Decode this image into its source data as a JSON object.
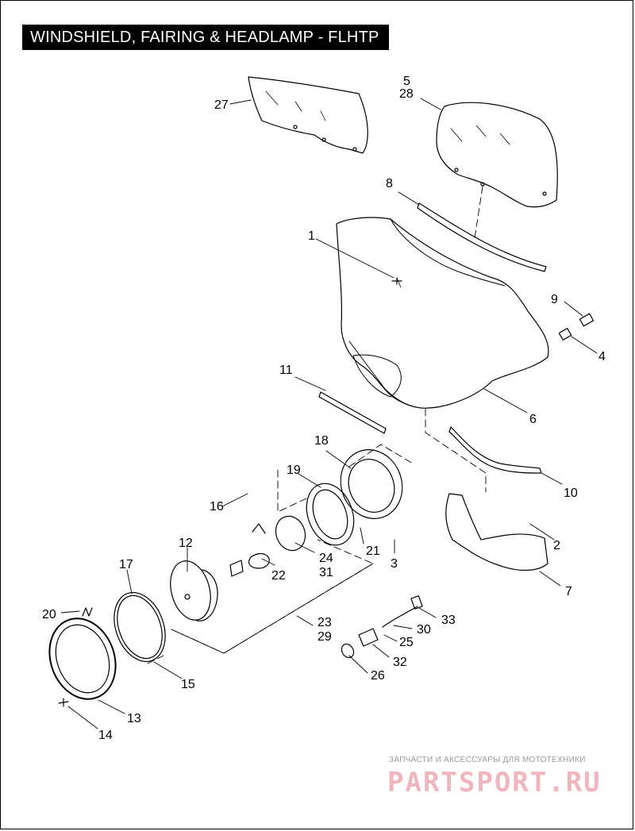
{
  "title": "WINDSHIELD, FAIRING & HEADLAMP - FLHTP",
  "callouts": [
    {
      "id": "c1",
      "text": "1"
    },
    {
      "id": "c2",
      "text": "2"
    },
    {
      "id": "c3",
      "text": "3"
    },
    {
      "id": "c4",
      "text": "4"
    },
    {
      "id": "c5",
      "text": "5"
    },
    {
      "id": "c6",
      "text": "6"
    },
    {
      "id": "c7",
      "text": "7"
    },
    {
      "id": "c8",
      "text": "8"
    },
    {
      "id": "c9",
      "text": "9"
    },
    {
      "id": "c10",
      "text": "10"
    },
    {
      "id": "c11",
      "text": "11"
    },
    {
      "id": "c12",
      "text": "12"
    },
    {
      "id": "c13",
      "text": "13"
    },
    {
      "id": "c14",
      "text": "14"
    },
    {
      "id": "c15",
      "text": "15"
    },
    {
      "id": "c16",
      "text": "16"
    },
    {
      "id": "c17",
      "text": "17"
    },
    {
      "id": "c18",
      "text": "18"
    },
    {
      "id": "c19",
      "text": "19"
    },
    {
      "id": "c20",
      "text": "20"
    },
    {
      "id": "c21",
      "text": "21"
    },
    {
      "id": "c22",
      "text": "22"
    },
    {
      "id": "c23",
      "text": "23"
    },
    {
      "id": "c24",
      "text": "24"
    },
    {
      "id": "c25",
      "text": "25"
    },
    {
      "id": "c26",
      "text": "26"
    },
    {
      "id": "c27",
      "text": "27"
    },
    {
      "id": "c28",
      "text": "28"
    },
    {
      "id": "c29",
      "text": "29"
    },
    {
      "id": "c30",
      "text": "30"
    },
    {
      "id": "c31",
      "text": "31"
    },
    {
      "id": "c32",
      "text": "32"
    },
    {
      "id": "c33",
      "text": "33"
    }
  ],
  "watermark": {
    "caption": "ЗАПЧАСТИ И АКСЕССУАРЫ ДЛЯ МОТОТЕХНИКИ",
    "brand": "PARTSPORT.RU"
  }
}
